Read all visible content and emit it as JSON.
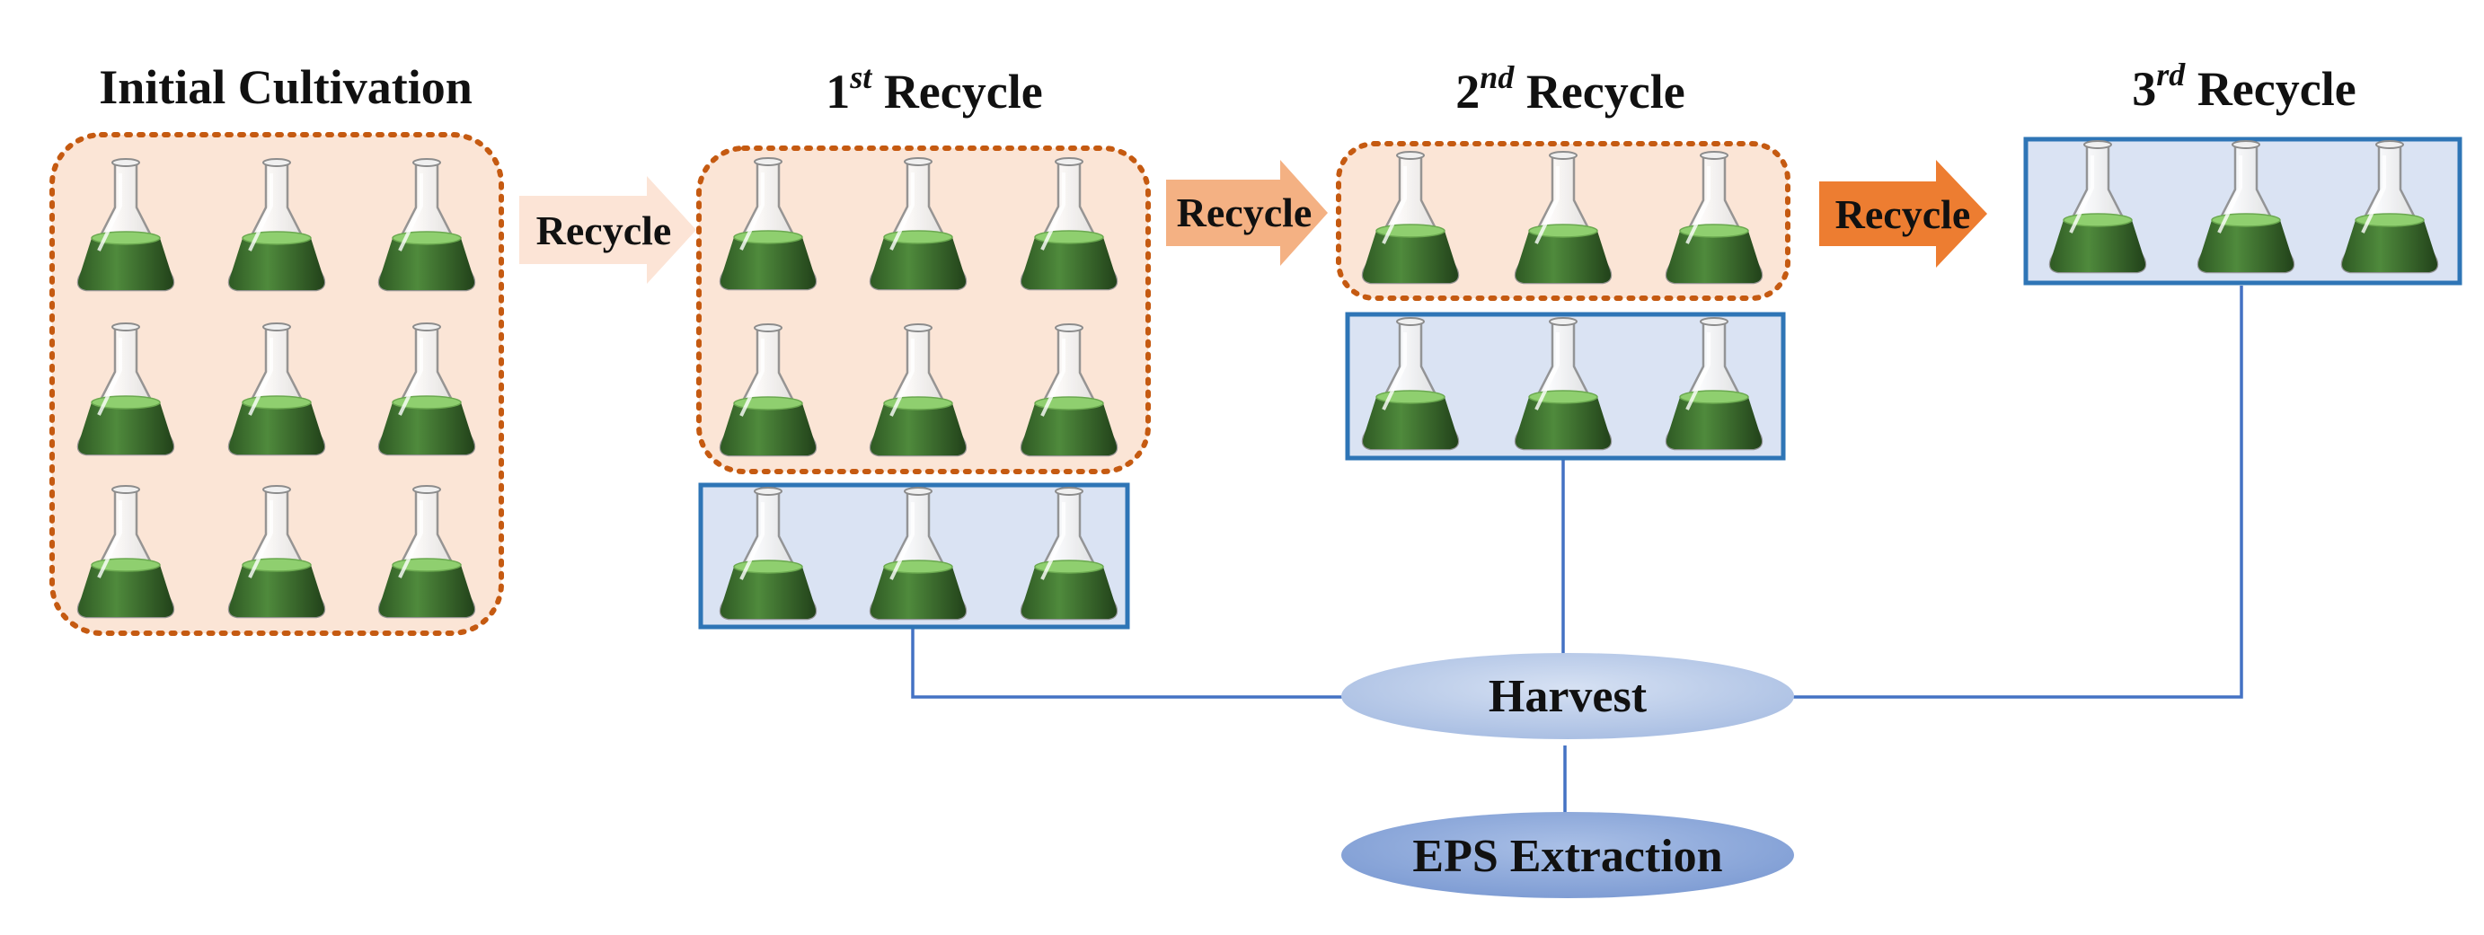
{
  "titles": {
    "initial": "Initial Cultivation",
    "r1_num": "1",
    "r1_sup": "st",
    "r1_rest": " Recycle",
    "r2_num": "2",
    "r2_sup": "nd",
    "r2_rest": " Recycle",
    "r3_num": "3",
    "r3_sup": "rd",
    "r3_rest": " Recycle"
  },
  "arrows": {
    "a1": "Recycle",
    "a2": "Recycle",
    "a3": "Recycle"
  },
  "nodes": {
    "harvest": "Harvest",
    "eps": "EPS Extraction"
  },
  "colors": {
    "recycle_fill": "#fbe5d6",
    "recycle_border": "#c55a11",
    "harvest_fill": "#dae3f3",
    "harvest_border": "#2e75b6",
    "connector": "#4472c4",
    "arrow1": "#fce4d6",
    "arrow2": "#f4b183",
    "arrow3": "#ed7d31",
    "harvest_ellipse": "#b4c7e7",
    "eps_ellipse": "#8faadc",
    "liquid": "#3d6b2f"
  },
  "icons": {
    "flask": "erlenmeyer-flask-icon"
  }
}
